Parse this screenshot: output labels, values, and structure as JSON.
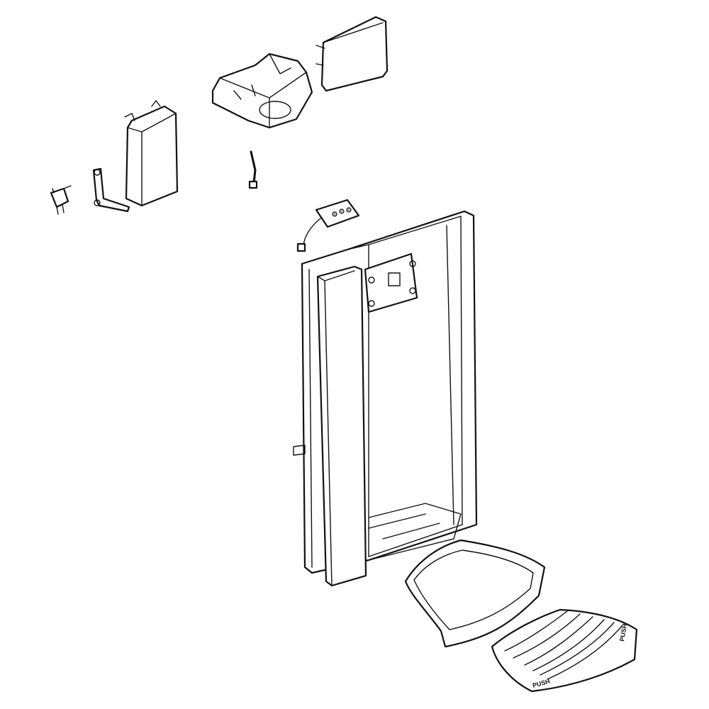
{
  "diagram": {
    "parts": [
      {
        "name": "micro-switch"
      },
      {
        "name": "actuator-lever"
      },
      {
        "name": "ice-chute-flap"
      },
      {
        "name": "ice-chute-housing"
      },
      {
        "name": "chute-door-cover"
      },
      {
        "name": "wire-harness"
      },
      {
        "name": "control-board"
      },
      {
        "name": "dispenser-housing"
      },
      {
        "name": "dispenser-front-panel"
      },
      {
        "name": "drip-tray"
      },
      {
        "name": "drip-tray-grille"
      }
    ],
    "grille_label": "PUSH",
    "line_color": "#111111",
    "background": "#ffffff"
  }
}
